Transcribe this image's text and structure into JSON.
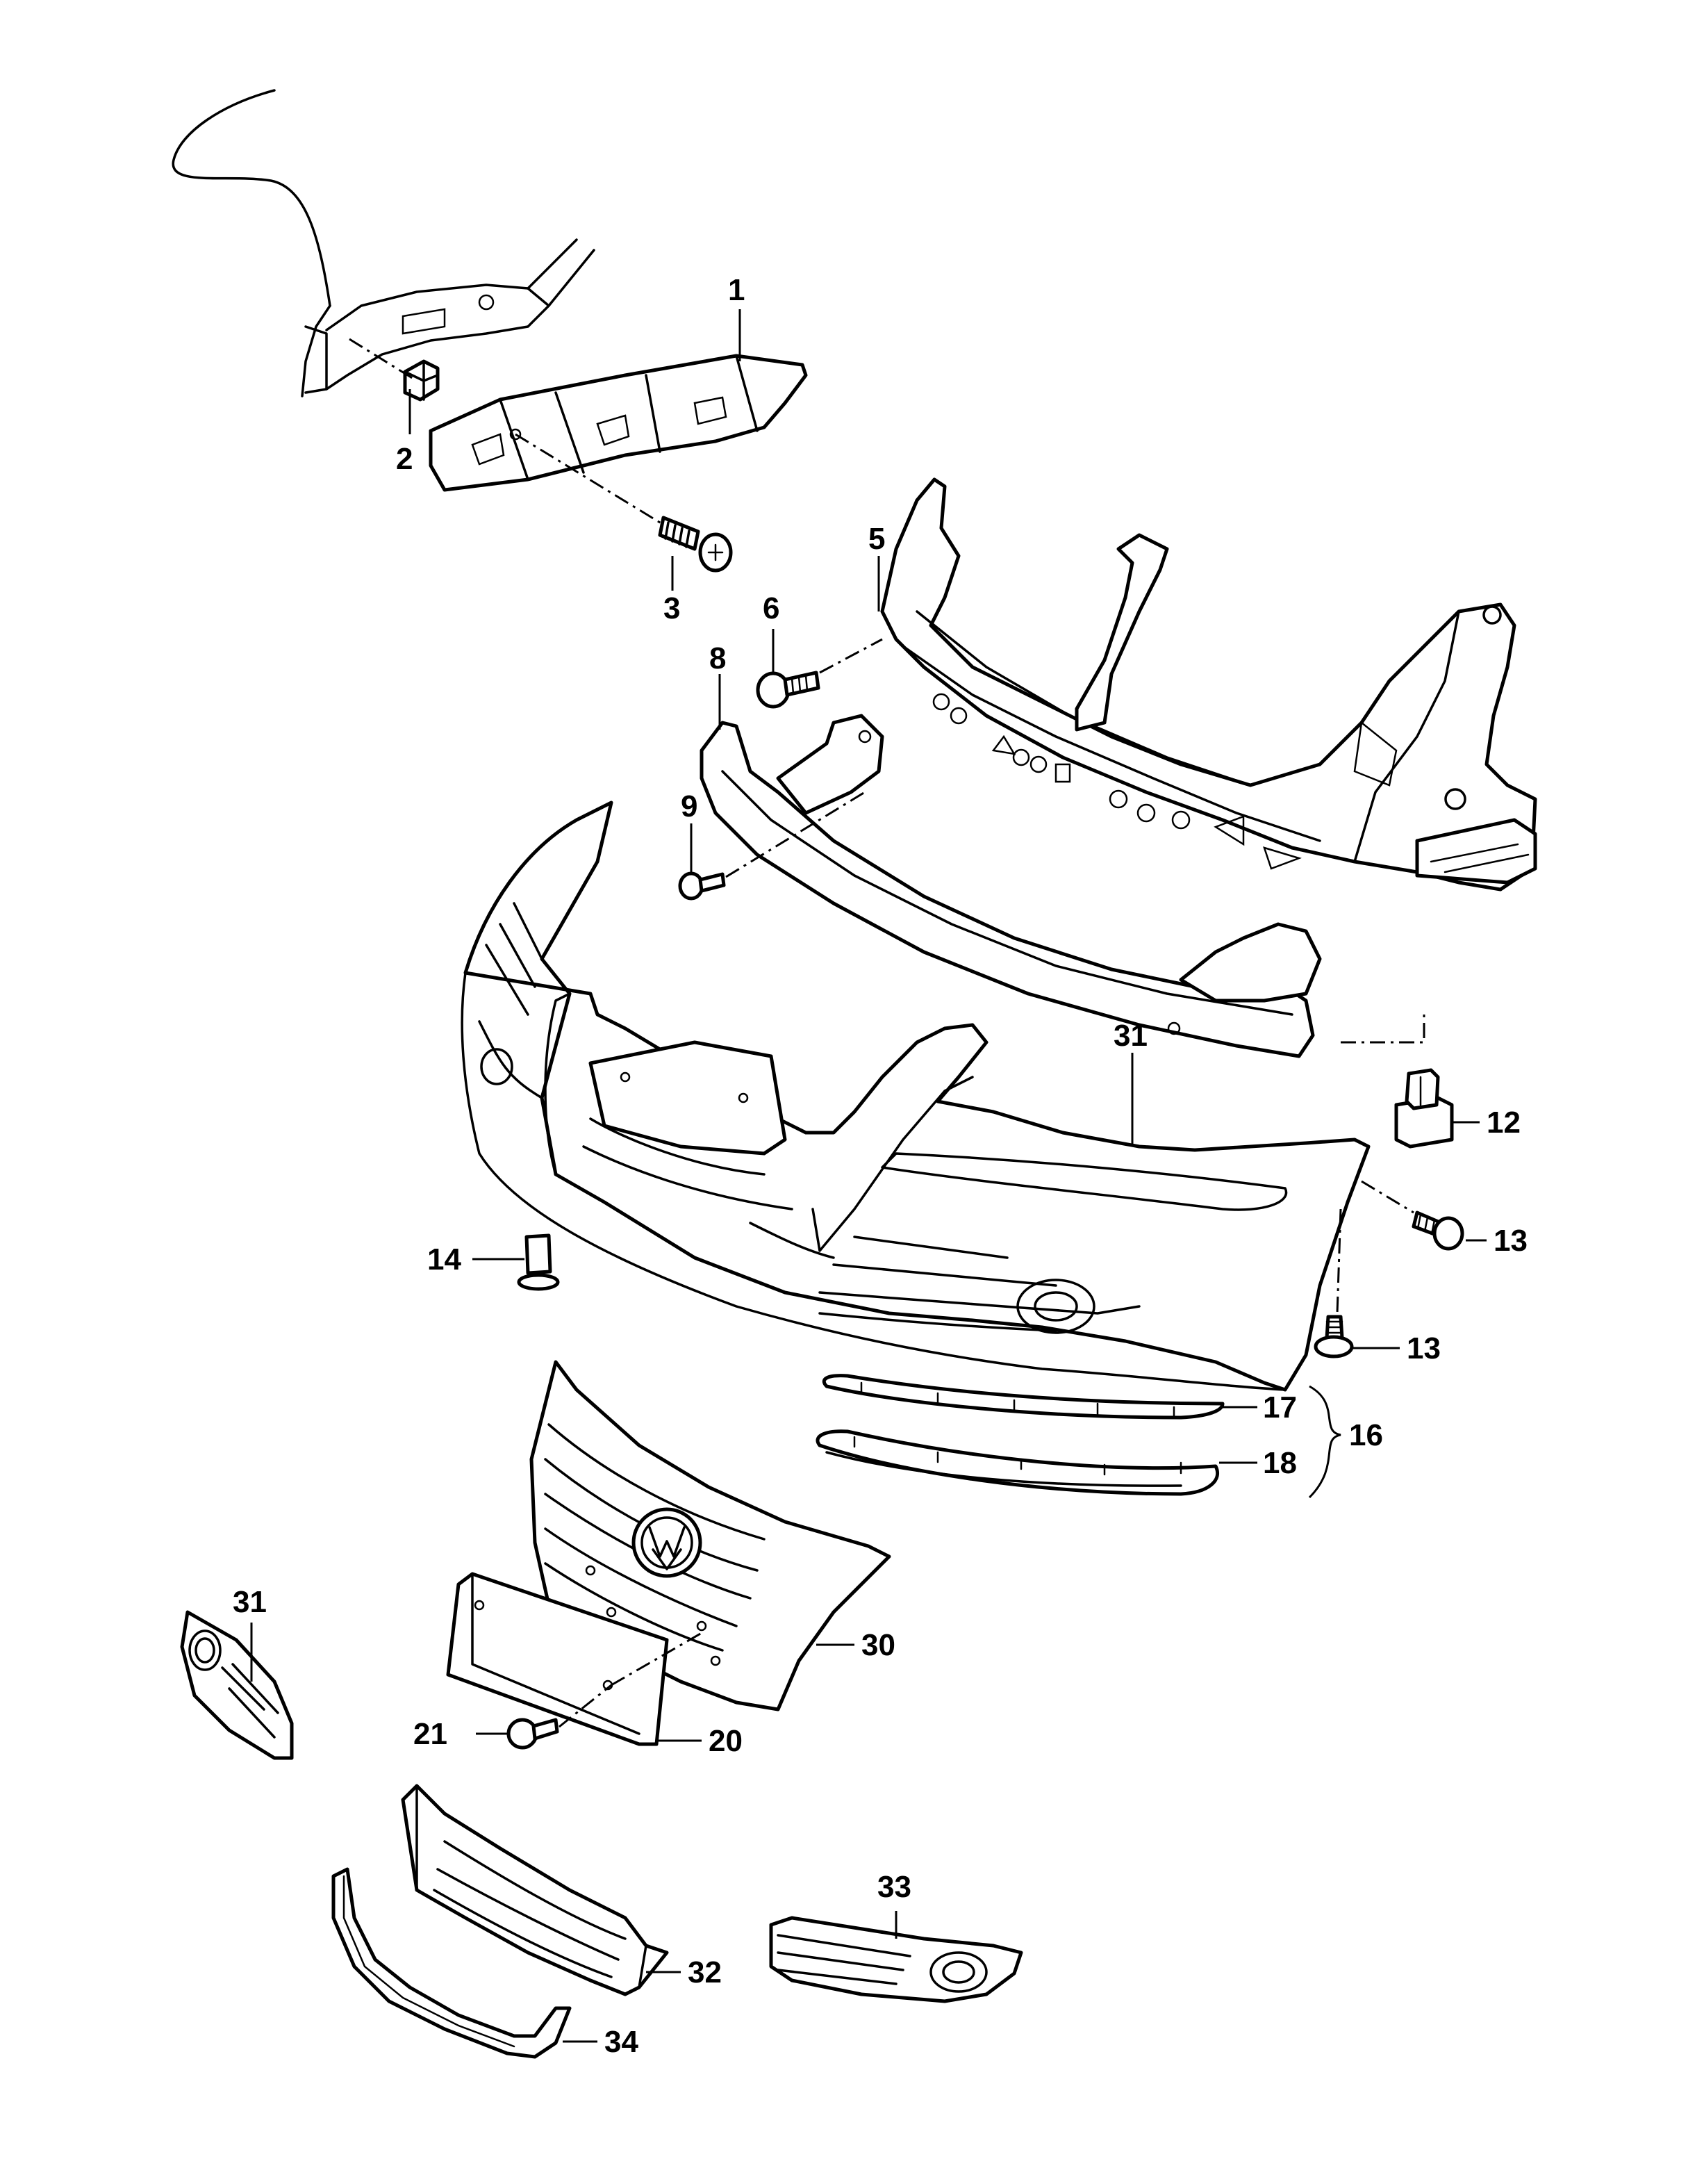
{
  "callouts": [
    {
      "id": "c1",
      "label": "1"
    },
    {
      "id": "c2",
      "label": "2"
    },
    {
      "id": "c3",
      "label": "3"
    },
    {
      "id": "c5",
      "label": "5"
    },
    {
      "id": "c6",
      "label": "6"
    },
    {
      "id": "c8",
      "label": "8"
    },
    {
      "id": "c9",
      "label": "9"
    },
    {
      "id": "c12",
      "label": "12"
    },
    {
      "id": "c31a",
      "label": "31"
    },
    {
      "id": "c13a",
      "label": "13"
    },
    {
      "id": "c13b",
      "label": "13"
    },
    {
      "id": "c14",
      "label": "14"
    },
    {
      "id": "c17",
      "label": "17"
    },
    {
      "id": "c16",
      "label": "16"
    },
    {
      "id": "c18",
      "label": "18"
    },
    {
      "id": "c31b",
      "label": "31"
    },
    {
      "id": "c30",
      "label": "30"
    },
    {
      "id": "c21",
      "label": "21"
    },
    {
      "id": "c20",
      "label": "20"
    },
    {
      "id": "c33",
      "label": "33"
    },
    {
      "id": "c32",
      "label": "32"
    },
    {
      "id": "c34",
      "label": "34"
    }
  ]
}
